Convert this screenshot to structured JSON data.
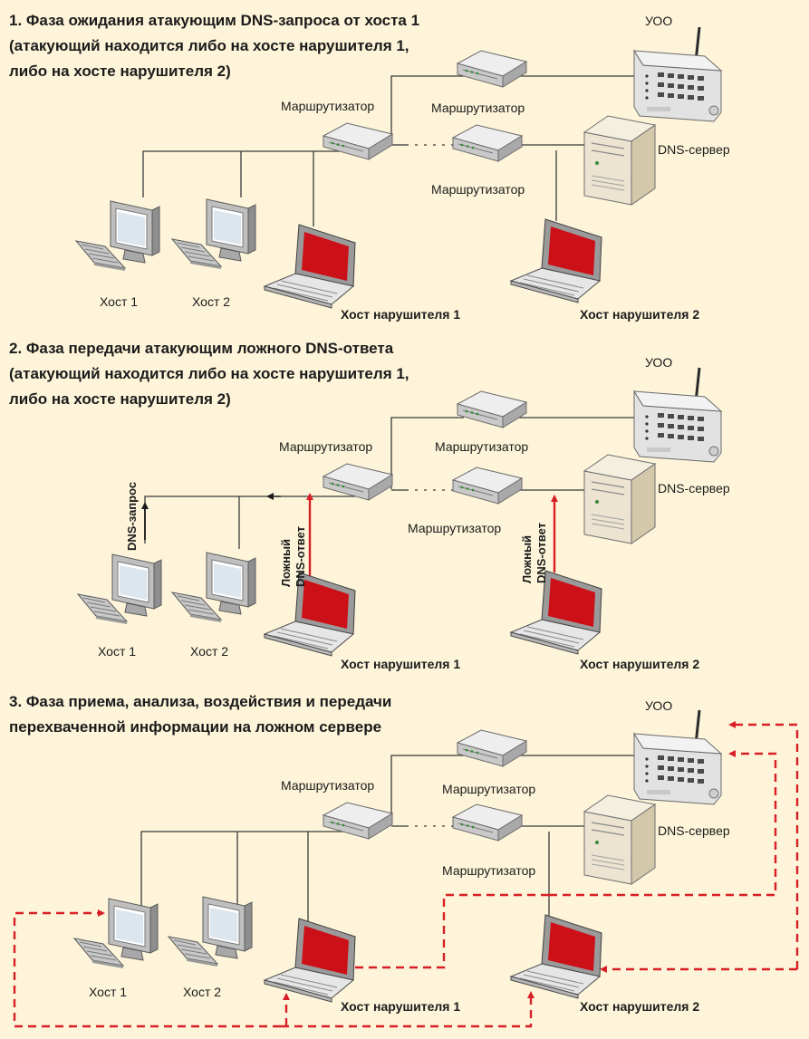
{
  "colors": {
    "background": "#fdf4d9",
    "accent": "#d81f26",
    "screen": "#cc1018"
  },
  "labels": {
    "router": "Маршрутизатор",
    "uoo": "УОО",
    "dns_server": "DNS-сервер",
    "host1": "Хост 1",
    "host2": "Хост 2",
    "intruder1": "Хост нарушителя 1",
    "intruder2": "Хост нарушителя 2",
    "dns_request": "DNS-запрос",
    "fake_line1": "Ложный",
    "fake_line2": "DNS-ответ"
  },
  "phases": [
    {
      "title": [
        "1. Фаза ожидания атакующим DNS-запроса от хоста 1",
        "(атакующий находится либо на хосте нарушителя 1,",
        "либо на хосте нарушителя 2)"
      ]
    },
    {
      "title": [
        "2. Фаза передачи атакующим ложного DNS-ответа",
        "(атакующий находится либо на хосте нарушителя 1,",
        "либо на хосте нарушителя 2)"
      ]
    },
    {
      "title": [
        "3. Фаза приема, анализа, воздействия и передачи",
        "перехваченной информации на ложном сервере"
      ]
    }
  ]
}
